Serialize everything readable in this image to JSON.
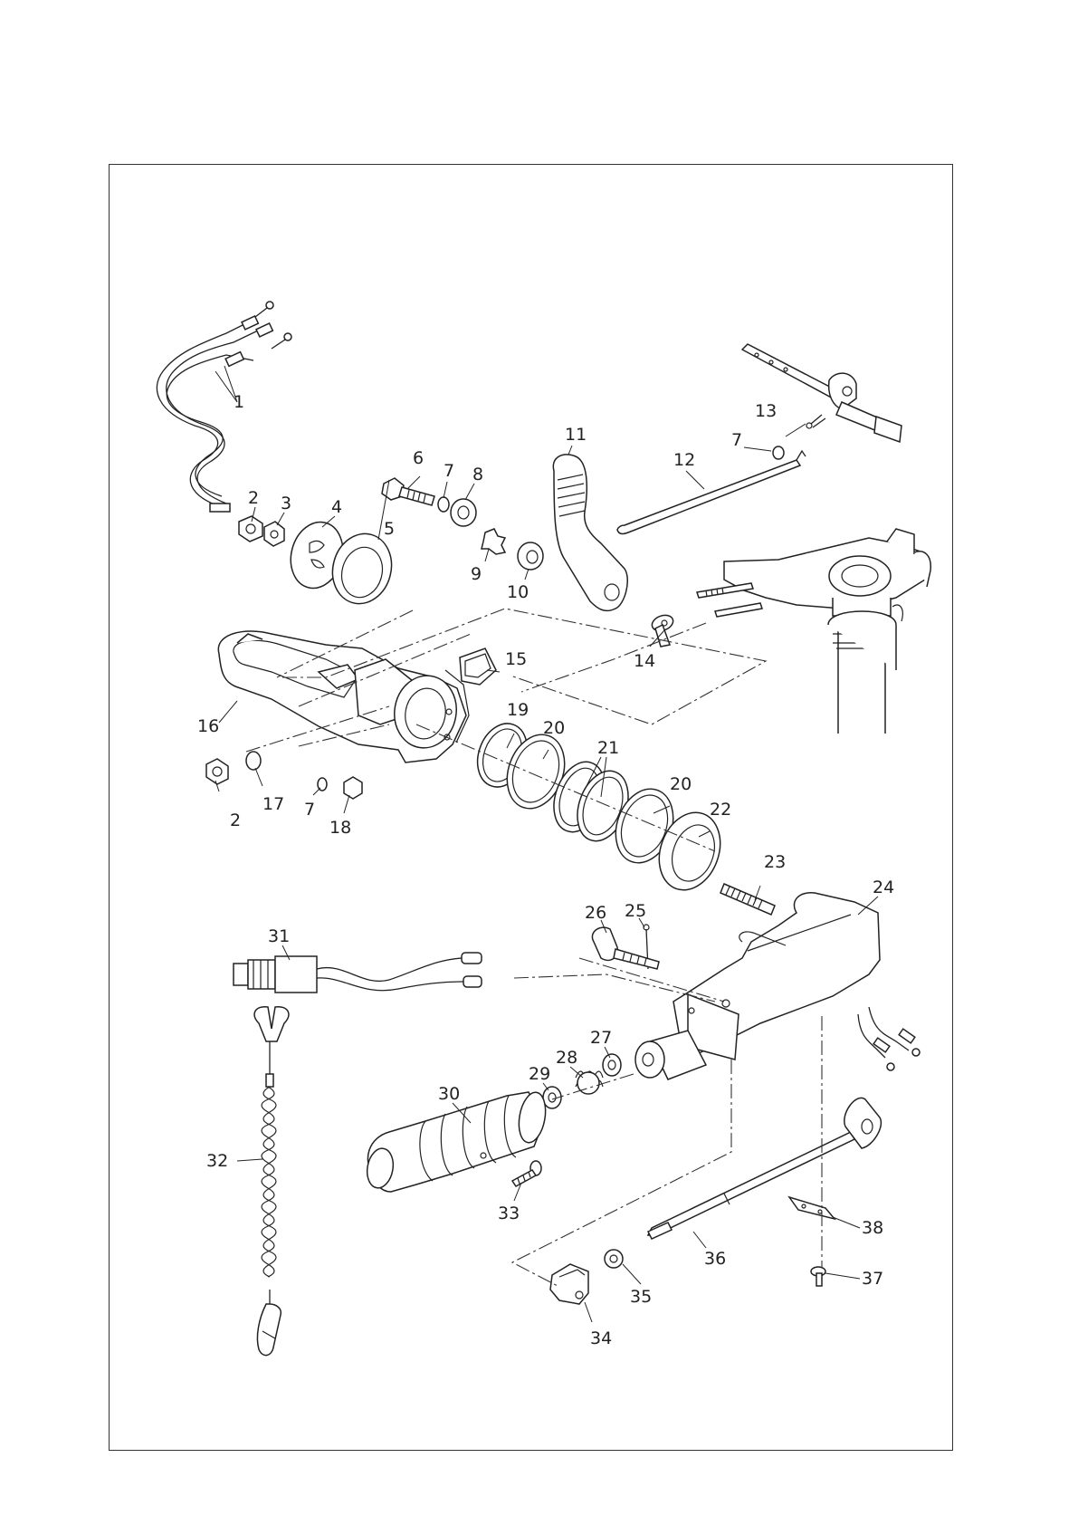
{
  "diagram": {
    "title": "",
    "callouts": [
      "1",
      "2",
      "3",
      "4",
      "5",
      "6",
      "7",
      "8",
      "9",
      "10",
      "11",
      "12",
      "13",
      "7",
      "14",
      "15",
      "16",
      "2",
      "17",
      "7",
      "18",
      "19",
      "20",
      "21",
      "20",
      "22",
      "23",
      "24",
      "25",
      "26",
      "27",
      "28",
      "29",
      "30",
      "31",
      "32",
      "33",
      "34",
      "35",
      "36",
      "37",
      "38"
    ]
  },
  "colors": {
    "line": "#222222",
    "paper": "#ffffff",
    "frame": "#333333"
  }
}
